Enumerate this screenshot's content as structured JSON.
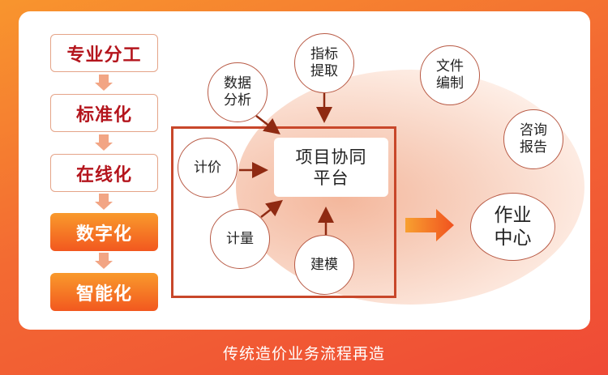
{
  "steps": [
    {
      "label": "专业分工",
      "highlight": false
    },
    {
      "label": "标准化",
      "highlight": false
    },
    {
      "label": "在线化",
      "highlight": false
    },
    {
      "label": "数字化",
      "highlight": true
    },
    {
      "label": "智能化",
      "highlight": true
    }
  ],
  "platform": {
    "label": "项目协同平台"
  },
  "inputs": {
    "data_analysis": "数据分析",
    "indicator_extraction": "指标提取",
    "pricing": "计价",
    "measurement": "计量",
    "modeling": "建模"
  },
  "outputs": {
    "document_compilation": "文件编制",
    "consulting_report": "咨询报告"
  },
  "hub": {
    "label": "作业中心"
  },
  "footer": {
    "caption": "传统造价业务流程再造"
  },
  "colors": {
    "accent": "#f2581f",
    "arrow": "#8f2a12",
    "frame": "#c8472a",
    "step_text": "#b4151d"
  }
}
